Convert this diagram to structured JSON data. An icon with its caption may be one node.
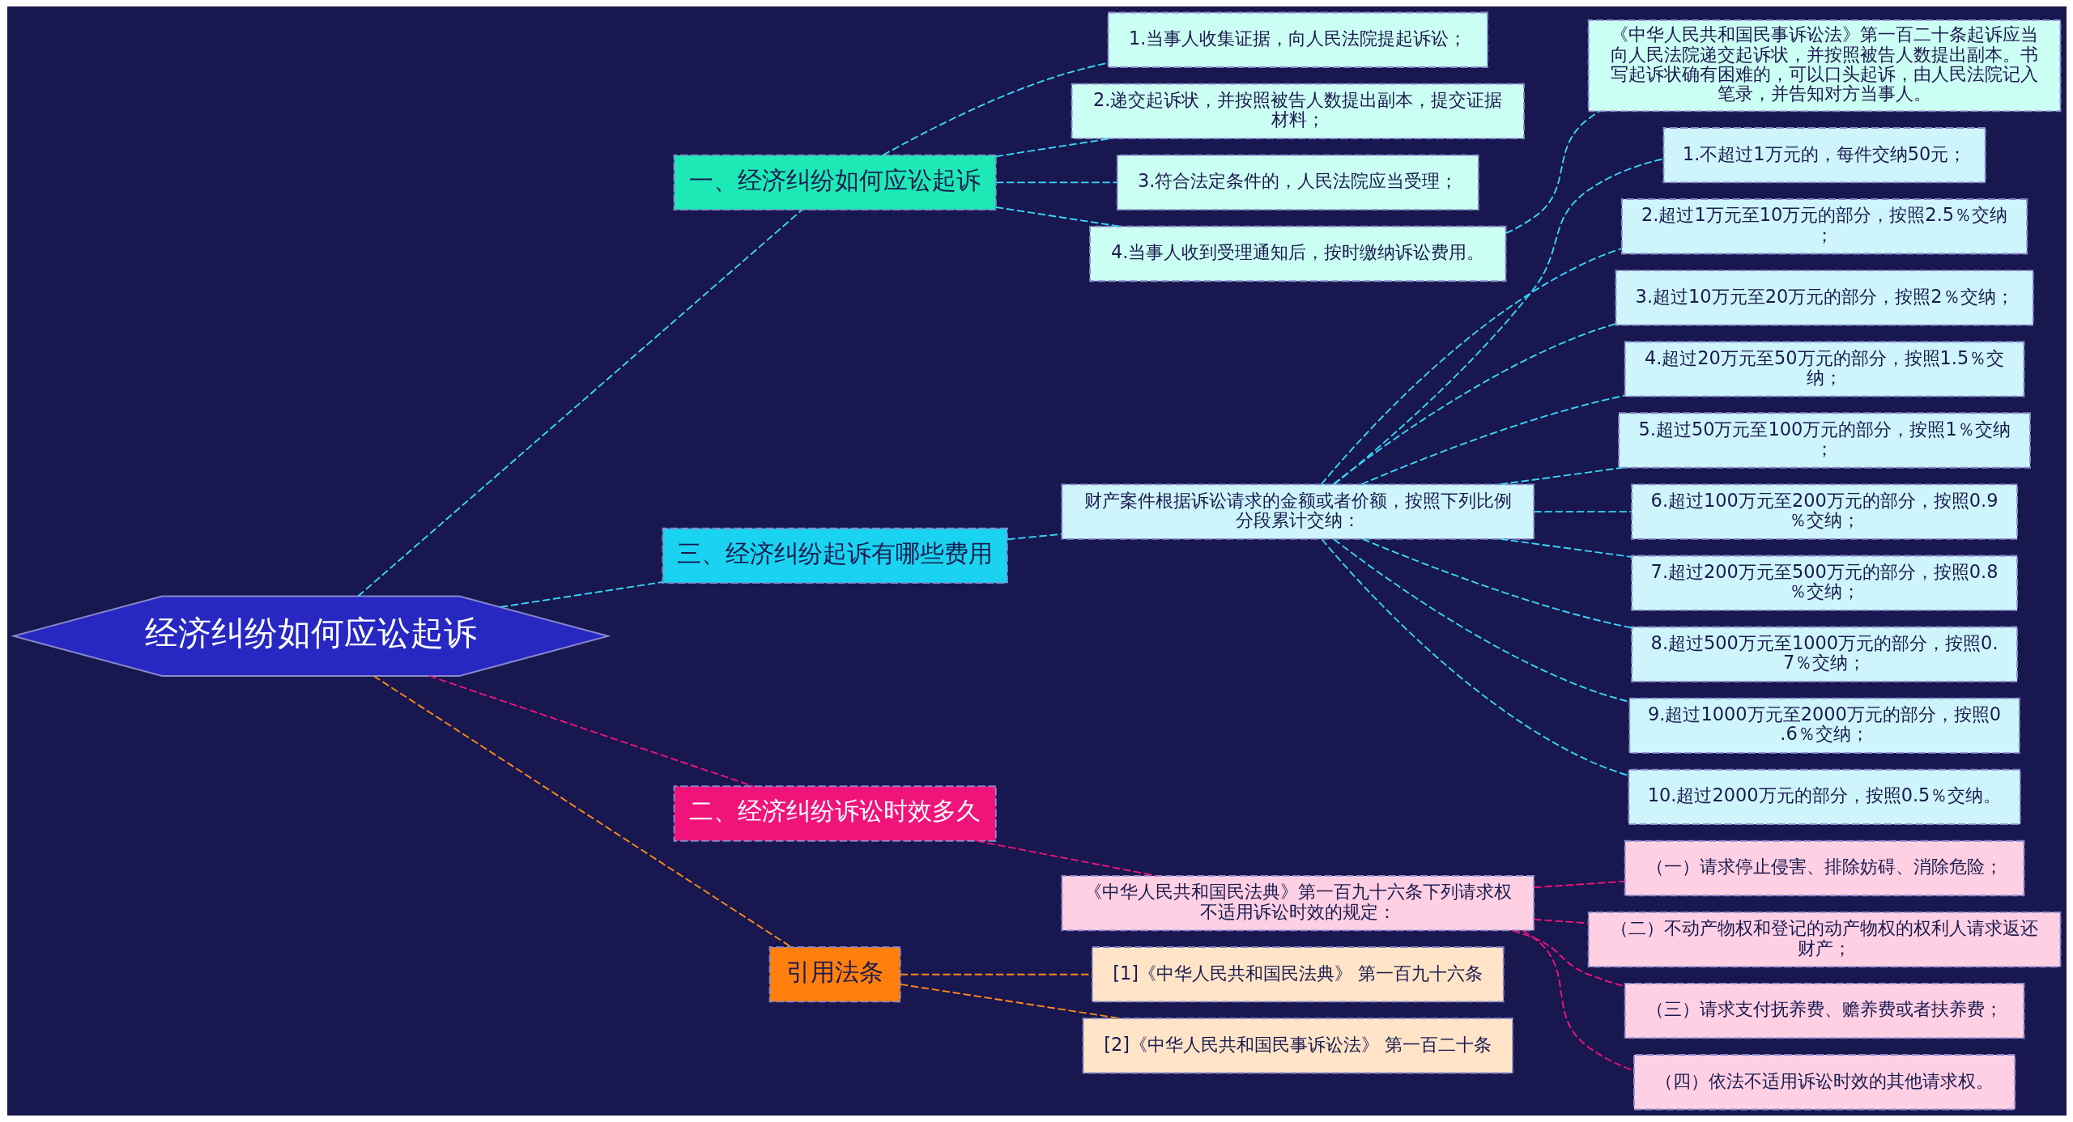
{
  "diagram": {
    "nodes": [
      {
        "text": [
          "经济纠纷如何应讼起诉"
        ]
      },
      {
        "text": [
          "一、经济纠纷如何应讼起诉"
        ]
      },
      {
        "text": [
          "1.当事人收集证据，向人民法院提起诉讼；"
        ]
      },
      {
        "text": [
          "2.递交起诉状，并按照被告人数提出副本，提交证据材料；"
        ]
      },
      {
        "text": [
          "3.符合法定条件的，人民法院应当受理；"
        ]
      },
      {
        "text": [
          "4.当事人收到受理通知后，按时缴纳诉讼费用。"
        ]
      },
      {
        "text": [
          "《中华人民共和国民事诉讼法》第一百二十条起诉应当向人民法院递交起诉状，并按照被告人数提出副本。书写起诉状确有困难的，可以口头起诉，由人民法院记入笔录，并告知对方当事人。"
        ]
      },
      {
        "text": [
          "三、经济纠纷起诉有哪些费用"
        ]
      },
      {
        "text": [
          "财产案件根据诉讼请求的金额或者价额，按照下列比例分段累计交纳："
        ]
      },
      {
        "text": [
          "1.不超过1万元的，每件交纳50元；"
        ]
      },
      {
        "text": [
          "2.超过1万元至10万元的部分，按照2.5％交纳；"
        ]
      },
      {
        "text": [
          "3.超过10万元至20万元的部分，按照2％交纳；"
        ]
      },
      {
        "text": [
          "4.超过20万元至50万元的部分，按照1.5％交纳；"
        ]
      },
      {
        "text": [
          "5.超过50万元至100万元的部分，按照1％交纳；"
        ]
      },
      {
        "text": [
          "6.超过100万元至200万元的部分，按照0.9％交纳；"
        ]
      },
      {
        "text": [
          "7.超过200万元至500万元的部分，按照0.8％交纳；"
        ]
      },
      {
        "text": [
          "8.超过500万元至1000万元的部分，按照0.7％交纳；"
        ]
      },
      {
        "text": [
          "9.超过1000万元至2000万元的部分，按照0.6％交纳；"
        ]
      },
      {
        "text": [
          "10.超过2000万元的部分，按照0.5％交纳。"
        ]
      },
      {
        "text": [
          "二、经济纠纷诉讼时效多久"
        ]
      },
      {
        "text": [
          "《中华人民共和国民法典》第一百九十六条下列请求权不适用诉讼时效的规定："
        ]
      },
      {
        "text": [
          "（一）请求停止侵害、排除妨碍、消除危险；"
        ]
      },
      {
        "text": [
          "（二）不动产物权和登记的动产物权的权利人请求返还财产；"
        ]
      },
      {
        "text": [
          "（三）请求支付抚养费、赡养费或者扶养费；"
        ]
      },
      {
        "text": [
          "（四）依法不适用诉讼时效的其他请求权。"
        ]
      },
      {
        "text": [
          "引用法条"
        ]
      },
      {
        "text": [
          "[1]《中华人民共和国民法典》 第一百九十六条"
        ]
      },
      {
        "text": [
          "[2]《中华人民共和国民事诉讼法》 第一百二十条"
        ]
      }
    ],
    "edges": [
      {
        "from": 0,
        "to": 1,
        "arrow": "none",
        "style": "dashed",
        "color": "#3ad6f5"
      },
      {
        "from": 1,
        "to": 2,
        "arrow": "none",
        "style": "dashed",
        "color": "#3ad6f5"
      },
      {
        "from": 1,
        "to": 3,
        "arrow": "none",
        "style": "dashed",
        "color": "#3ad6f5"
      },
      {
        "from": 1,
        "to": 4,
        "arrow": "none",
        "style": "dashed",
        "color": "#3ad6f5"
      },
      {
        "from": 1,
        "to": 5,
        "arrow": "none",
        "style": "dashed",
        "color": "#3ad6f5"
      },
      {
        "from": 5,
        "to": 6,
        "arrow": "none",
        "style": "dashed",
        "color": "#3ad6f5"
      },
      {
        "from": 0,
        "to": 7,
        "arrow": "none",
        "style": "dashed",
        "color": "#3ad6f5"
      },
      {
        "from": 7,
        "to": 8,
        "arrow": "none",
        "style": "dashed",
        "color": "#3ad6f5"
      },
      {
        "from": 8,
        "to": 9,
        "arrow": "none",
        "style": "dashed",
        "color": "#3ad6f5"
      },
      {
        "from": 8,
        "to": 10,
        "arrow": "none",
        "style": "dashed",
        "color": "#3ad6f5"
      },
      {
        "from": 8,
        "to": 11,
        "arrow": "none",
        "style": "dashed",
        "color": "#3ad6f5"
      },
      {
        "from": 8,
        "to": 12,
        "arrow": "none",
        "style": "dashed",
        "color": "#3ad6f5"
      },
      {
        "from": 8,
        "to": 13,
        "arrow": "none",
        "style": "dashed",
        "color": "#3ad6f5"
      },
      {
        "from": 8,
        "to": 14,
        "arrow": "none",
        "style": "dashed",
        "color": "#3ad6f5"
      },
      {
        "from": 8,
        "to": 15,
        "arrow": "none",
        "style": "dashed",
        "color": "#3ad6f5"
      },
      {
        "from": 8,
        "to": 16,
        "arrow": "none",
        "style": "dashed",
        "color": "#3ad6f5"
      },
      {
        "from": 8,
        "to": 17,
        "arrow": "none",
        "style": "dashed",
        "color": "#3ad6f5"
      },
      {
        "from": 8,
        "to": 18,
        "arrow": "none",
        "style": "dashed",
        "color": "#3ad6f5"
      },
      {
        "from": 0,
        "to": 19,
        "arrow": "none",
        "style": "dashed",
        "color": "#f0147a"
      },
      {
        "from": 19,
        "to": 20,
        "arrow": "none",
        "style": "dashed",
        "color": "#f0147a"
      },
      {
        "from": 20,
        "to": 21,
        "arrow": "none",
        "style": "dashed",
        "color": "#f0147a"
      },
      {
        "from": 20,
        "to": 22,
        "arrow": "none",
        "style": "dashed",
        "color": "#f0147a"
      },
      {
        "from": 20,
        "to": 23,
        "arrow": "none",
        "style": "dashed",
        "color": "#f0147a"
      },
      {
        "from": 20,
        "to": 24,
        "arrow": "none",
        "style": "dashed",
        "color": "#f0147a"
      },
      {
        "from": 0,
        "to": 25,
        "arrow": "none",
        "style": "dashed",
        "color": "#ff8a1c"
      },
      {
        "from": 25,
        "to": 26,
        "arrow": "none",
        "style": "dashed",
        "color": "#ff8a1c"
      },
      {
        "from": 25,
        "to": 27,
        "arrow": "none",
        "style": "dashed",
        "color": "#ff8a1c"
      }
    ]
  }
}
